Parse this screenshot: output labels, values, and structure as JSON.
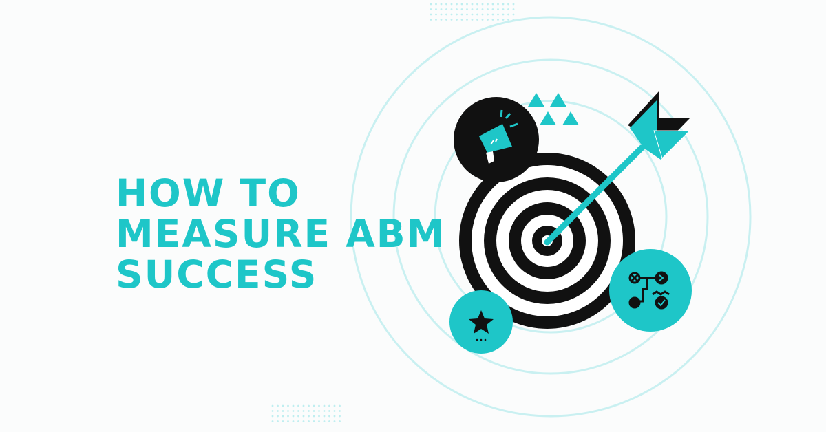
{
  "headline": {
    "line1": "HOW TO",
    "line2": "MEASURE ABM",
    "line3": "SUCCESS"
  },
  "colors": {
    "accent": "#1ec6c8",
    "ring": "#c9f0f1",
    "dark": "#111111",
    "background": "#fbfcfc"
  },
  "icons": [
    "megaphone-icon",
    "star-icon",
    "workflow-icon",
    "dart-arrow-icon",
    "target-icon"
  ]
}
